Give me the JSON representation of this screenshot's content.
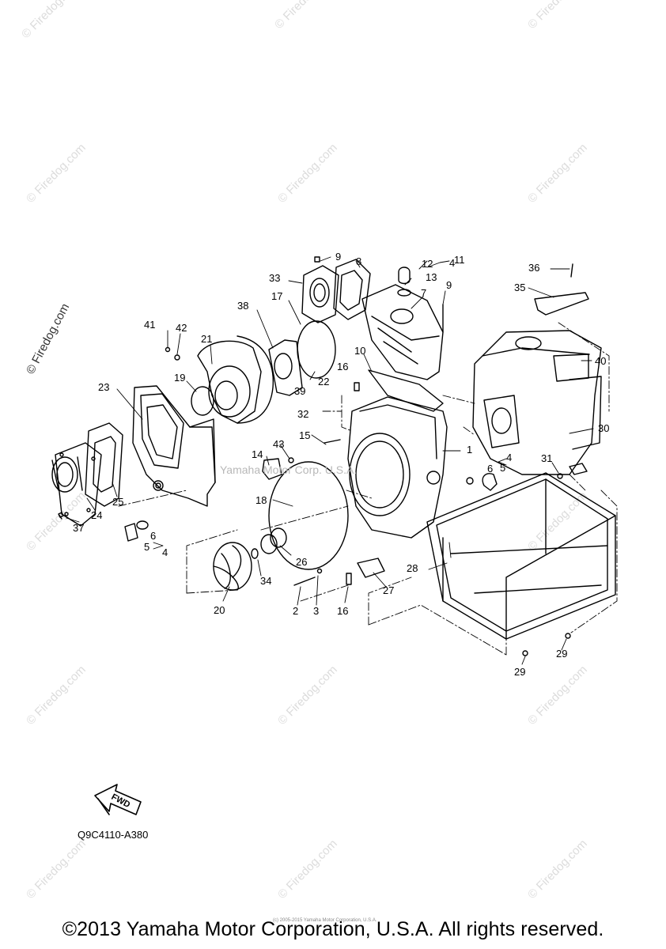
{
  "watermark": {
    "text": "© Firedog.com",
    "side_text": "© Firedog.com"
  },
  "labels": [
    "1",
    "2",
    "3",
    "4",
    "4",
    "4",
    "5",
    "5",
    "6",
    "6",
    "7",
    "8",
    "9",
    "9",
    "10",
    "11",
    "12",
    "13",
    "14",
    "15",
    "16",
    "16",
    "17",
    "18",
    "19",
    "20",
    "21",
    "22",
    "23",
    "24",
    "25",
    "26",
    "27",
    "28",
    "29",
    "29",
    "30",
    "31",
    "32",
    "33",
    "34",
    "35",
    "36",
    "37",
    "38",
    "39",
    "40",
    "41",
    "42",
    "43"
  ],
  "fwd_label": "FWD",
  "diagram_code": "Q9C4110-A380",
  "copyright": "©2013 Yamaha Motor Corporation, U.S.A. All rights reserved.",
  "small_print": "(c) 2005-2015 Yamaha Motor Corporation, U.S.A.",
  "body_imprint": "Yamaha Motor Corp. U.S.A."
}
